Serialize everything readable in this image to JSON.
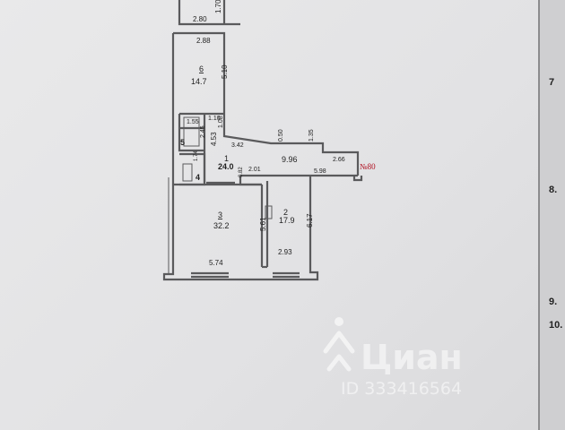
{
  "plan": {
    "rooms": [
      {
        "number": "1",
        "area": "24.0"
      },
      {
        "number": "2",
        "area": "17.9"
      },
      {
        "number": "3",
        "area": "32.2"
      },
      {
        "number": "4",
        "area": ""
      },
      {
        "number": "5",
        "area": ""
      },
      {
        "number": "6",
        "area": "14.7"
      }
    ],
    "dims": [
      "2.80",
      "1.70",
      "2.88",
      "5.10",
      "1.55",
      "1.10",
      "2.45",
      "1.08",
      "4.53",
      "3.42",
      "0.50",
      "1.35",
      "9.96",
      "2.66",
      "1.74",
      "2.01",
      "5.98",
      "0.82",
      "5.61",
      "6.17",
      "2.93",
      "5.74"
    ],
    "apartment_no": "№80"
  },
  "margin_numbers": [
    "7",
    "8.",
    "9.",
    "10."
  ],
  "watermark": {
    "brand": "Циан",
    "id": "ID 333416564"
  },
  "colors": {
    "wall": "#5a5a5c",
    "stamp": "#b01020"
  }
}
